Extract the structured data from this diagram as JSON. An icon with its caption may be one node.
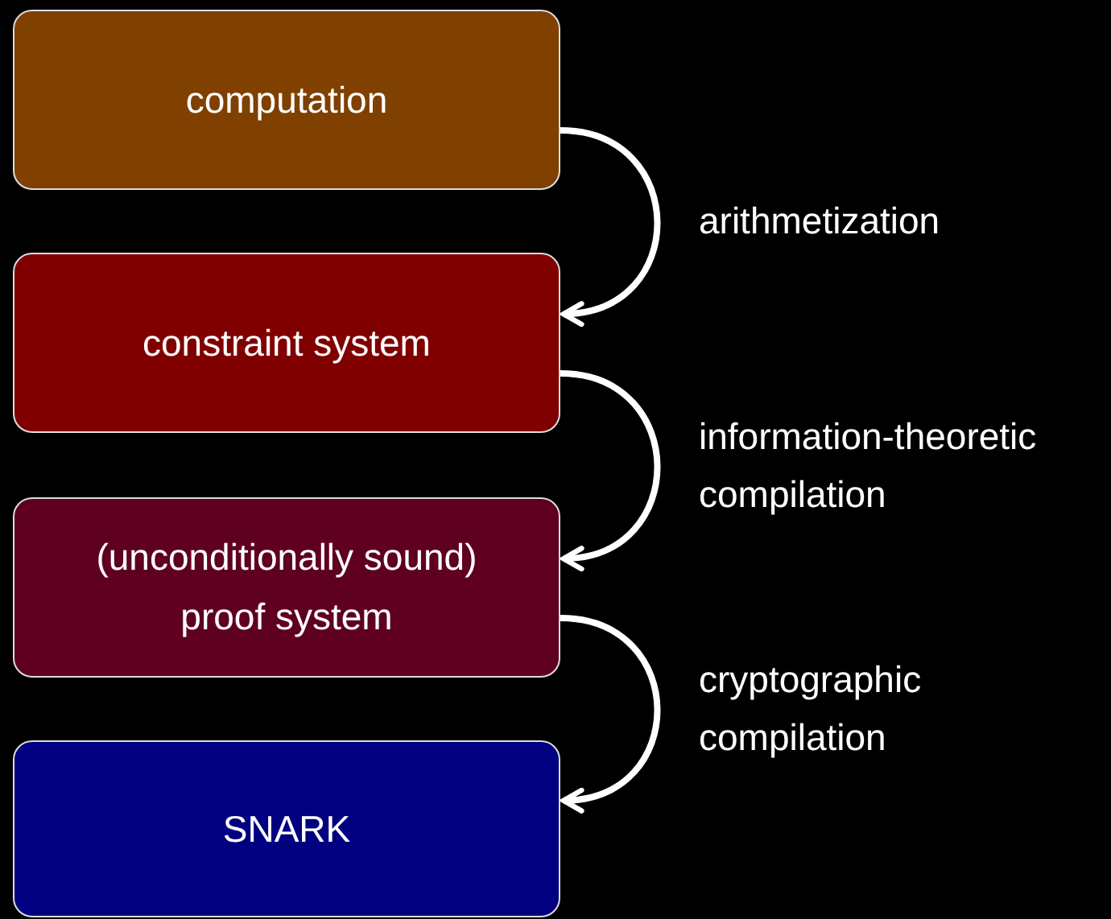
{
  "diagram": {
    "nodes": [
      {
        "text": [
          "computation"
        ]
      },
      {
        "text": [
          "constraint system"
        ]
      },
      {
        "text": [
          "(unconditionally sound) proof system"
        ]
      },
      {
        "text": [
          "SNARK"
        ]
      }
    ],
    "edges": [
      {
        "from": 0,
        "to": 1,
        "arrow": "to",
        "label": "arithmetization"
      },
      {
        "from": 1,
        "to": 2,
        "arrow": "to",
        "label": "information-theoretic compilation"
      },
      {
        "from": 2,
        "to": 3,
        "arrow": "to",
        "label": "cryptographic compilation"
      }
    ]
  }
}
